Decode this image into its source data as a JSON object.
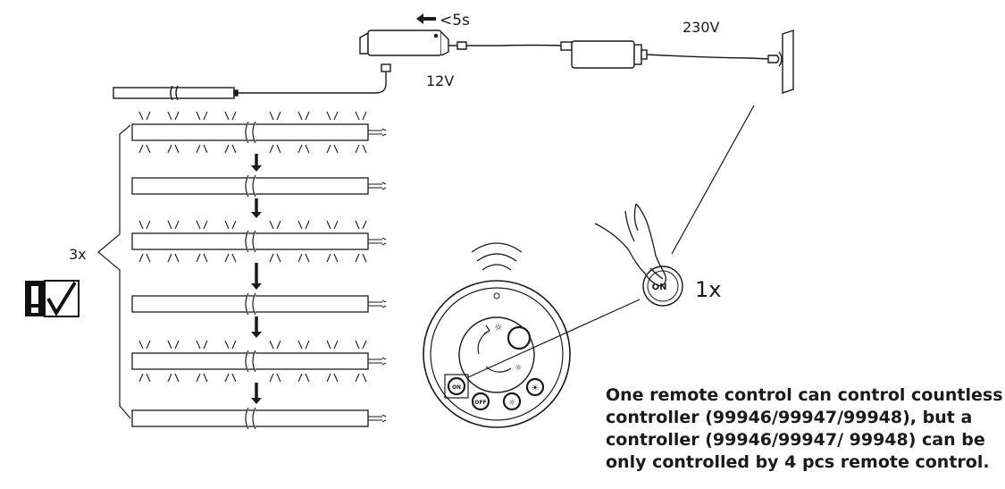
{
  "labels": {
    "press_time": "<5s",
    "voltage_low": "12V",
    "voltage_mains": "230V",
    "repeat_count": "3x",
    "press_count": "1x"
  },
  "remote": {
    "on_button": "ON",
    "off_button": "OFF",
    "finger_button": "ON"
  },
  "caption": {
    "lines": [
      "One remote control can control countless",
      "controller (99946/99947/99948), but a",
      "controller (99946/99947/ 99948) can be",
      "only controlled by 4 pcs remote control."
    ]
  },
  "strip_sequence": [
    {
      "state": "on"
    },
    {
      "state": "off"
    },
    {
      "state": "on"
    },
    {
      "state": "off"
    },
    {
      "state": "on"
    },
    {
      "state": "off"
    }
  ]
}
